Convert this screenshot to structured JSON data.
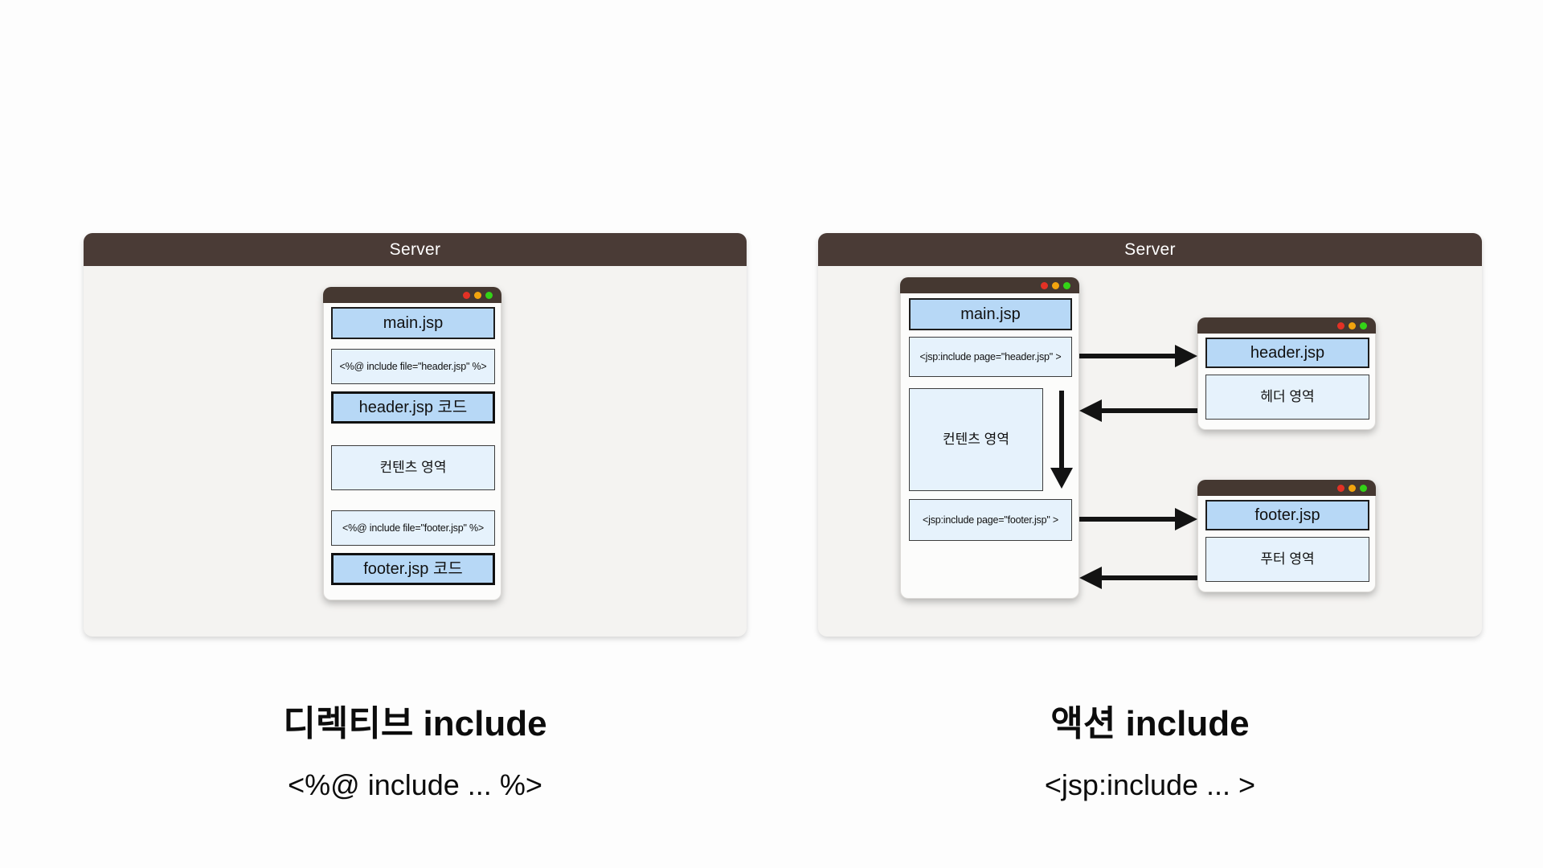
{
  "left": {
    "server_label": "Server",
    "window": {
      "main_box": "main.jsp",
      "include_header": "<%@ include file=\"header.jsp\" %>",
      "header_code": "header.jsp 코드",
      "content_area": "컨텐츠 영역",
      "include_footer": "<%@ include file=\"footer.jsp\" %>",
      "footer_code": "footer.jsp 코드"
    },
    "caption_title": "디렉티브 include",
    "caption_subtitle": "<%@ include ... %>"
  },
  "right": {
    "server_label": "Server",
    "main_window": {
      "main_box": "main.jsp",
      "include_header": "<jsp:include page=\"header.jsp\" >",
      "content_area": "컨텐츠 영역",
      "include_footer": "<jsp:include page=\"footer.jsp\" >"
    },
    "header_window": {
      "title_box": "header.jsp",
      "area_box": "헤더 영역"
    },
    "footer_window": {
      "title_box": "footer.jsp",
      "area_box": "푸터 영역"
    },
    "caption_title": "액션 include",
    "caption_subtitle": "<jsp:include ... >"
  },
  "icons": {
    "close": "close-icon",
    "minimize": "minimize-icon",
    "maximize": "maximize-icon"
  },
  "colors": {
    "server_bar": "#4a3b36",
    "window_titlebar": "#453831",
    "panel_bg": "#f4f3f1",
    "box_blue": "#b7d8f6",
    "box_light_blue": "#e6f2fc",
    "arrow": "#131313",
    "light_red": "#e33125",
    "light_orange": "#f2a40e",
    "light_green": "#33d317"
  }
}
